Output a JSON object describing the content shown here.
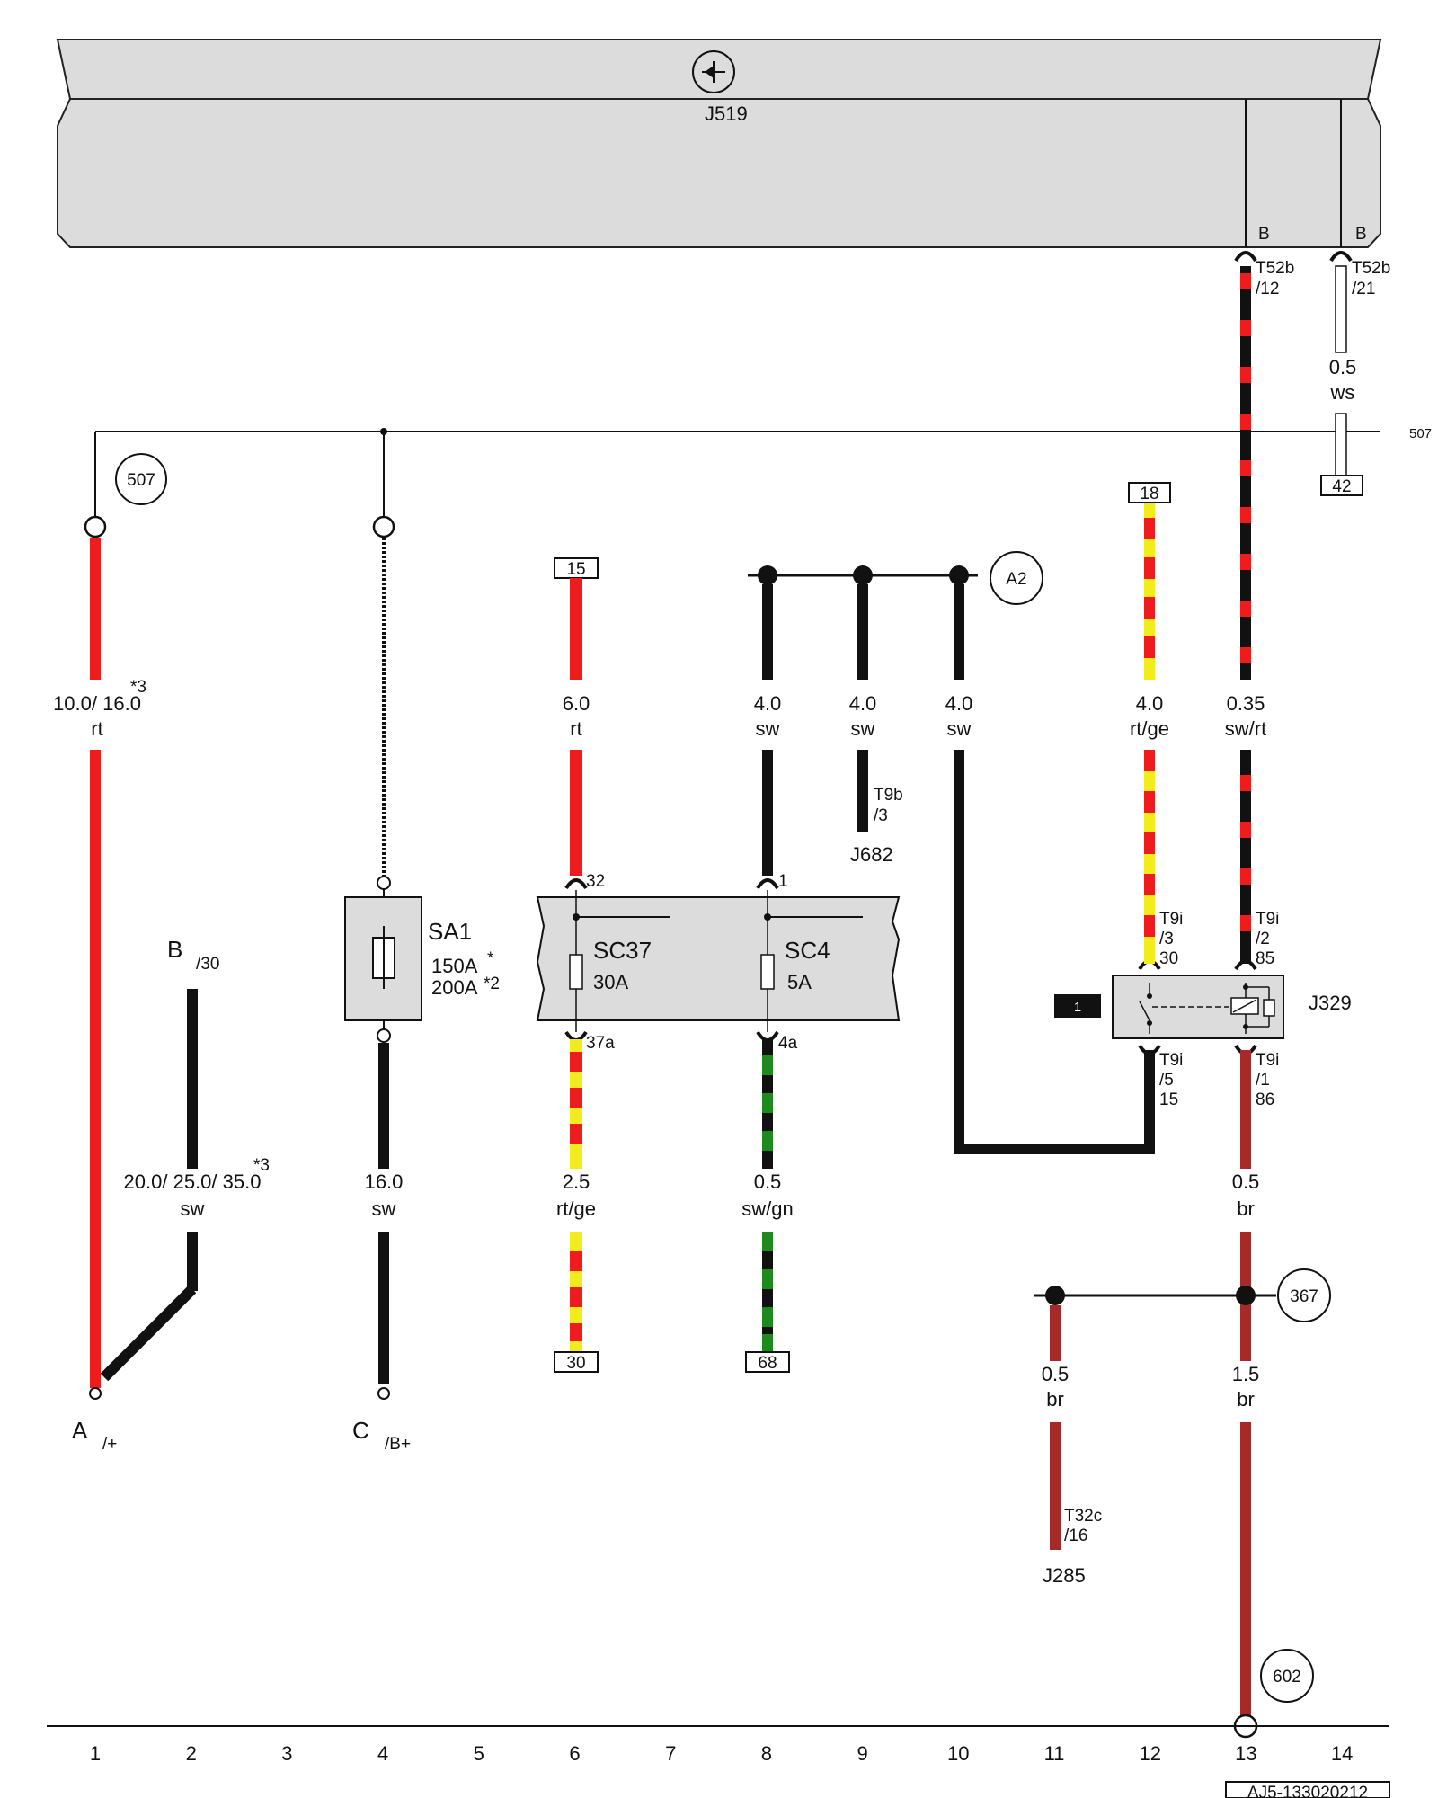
{
  "module": {
    "label": "J519"
  },
  "connectors": {
    "j519_b1": "B",
    "j519_b2": "B",
    "t52b_12": [
      "T52b",
      "/12"
    ],
    "t52b_21": [
      "T52b",
      "/21"
    ]
  },
  "refs": {
    "r507_circle": "507",
    "r507_right": "507",
    "a2": "A2",
    "r367": "367",
    "r602": "602",
    "term18": "18",
    "term15": "15",
    "term42": "42",
    "term30": "30",
    "term68": "68"
  },
  "wires": {
    "w1": {
      "size": "10.0/ 16.0",
      "note": "*3",
      "color": "rt"
    },
    "w2": {
      "size": "20.0/ 25.0/ 35.0",
      "note": "*3",
      "color": "sw"
    },
    "w4": {
      "size": "16.0",
      "color": "sw"
    },
    "w6a": {
      "size": "6.0",
      "color": "rt"
    },
    "w6b": {
      "size": "2.5",
      "color": "rt/ge"
    },
    "w8a": {
      "size": "4.0",
      "color": "sw"
    },
    "w8b": {
      "size": "0.5",
      "color": "sw/gn"
    },
    "w9": {
      "size": "4.0",
      "color": "sw"
    },
    "w10": {
      "size": "4.0",
      "color": "sw"
    },
    "w12": {
      "size": "4.0",
      "color": "rt/ge"
    },
    "w13a": {
      "size": "0.35",
      "color": "sw/rt"
    },
    "w13b": {
      "size": "0.5",
      "color": "br"
    },
    "w13c": {
      "size": "1.5",
      "color": "br"
    },
    "w11": {
      "size": "0.5",
      "color": "br"
    },
    "w14": {
      "size": "0.5",
      "color": "ws"
    }
  },
  "components": {
    "sa1": {
      "label": "SA1",
      "rating1": "150A",
      "note1": "*",
      "rating2": "200A",
      "note2": "*2"
    },
    "sc37": {
      "label": "SC37",
      "rating": "30A",
      "pin_top": "32",
      "pin_bottom": "37a"
    },
    "sc4": {
      "label": "SC4",
      "rating": "5A",
      "pin_top": "1",
      "pin_bottom": "4a"
    },
    "j329": {
      "label": "J329",
      "badge": "1",
      "pin_t9i_3": [
        "T9i",
        "/3",
        "30"
      ],
      "pin_t9i_2": [
        "T9i",
        "/2",
        "85"
      ],
      "pin_t9i_5": [
        "T9i",
        "/5",
        "15"
      ],
      "pin_t9i_1": [
        "T9i",
        "/1",
        "86"
      ]
    },
    "j682": {
      "label": "J682",
      "pin": [
        "T9b",
        "/3"
      ]
    },
    "j285": {
      "label": "J285",
      "pin": [
        "T32c",
        "/16"
      ]
    }
  },
  "terminals": {
    "a": {
      "letter": "A",
      "sub": "/+"
    },
    "b": {
      "letter": "B",
      "sub": "/30"
    },
    "c": {
      "letter": "C",
      "sub": "/B+"
    }
  },
  "grid_numbers": [
    "1",
    "2",
    "3",
    "4",
    "5",
    "6",
    "7",
    "8",
    "9",
    "10",
    "11",
    "12",
    "13",
    "14"
  ],
  "document_id": "AJ5-133020212"
}
